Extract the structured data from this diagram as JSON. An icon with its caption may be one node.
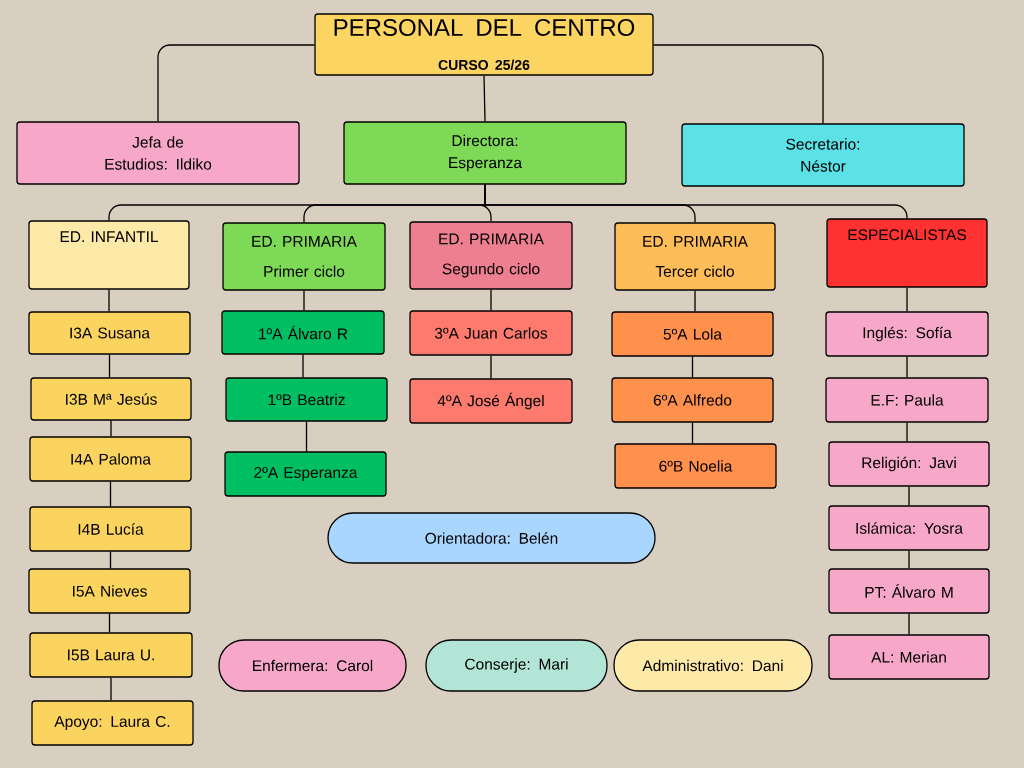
{
  "diagram": {
    "nodes": [
      {
        "text": [
          "PERSONAL DEL CENTRO",
          "CURSO 25/26"
        ]
      },
      {
        "text": [
          "Jefa de Estudios: Ildiko"
        ]
      },
      {
        "text": [
          "Directora: Esperanza"
        ]
      },
      {
        "text": [
          "Secretario: Néstor"
        ]
      },
      {
        "text": [
          "ED. INFANTIL"
        ]
      },
      {
        "text": [
          "ED. PRIMARIA",
          "Primer ciclo"
        ]
      },
      {
        "text": [
          "ED. PRIMARIA",
          "Segundo ciclo"
        ]
      },
      {
        "text": [
          "ED. PRIMARIA",
          "Tercer ciclo"
        ]
      },
      {
        "text": [
          "ESPECIALISTAS"
        ]
      },
      {
        "text": [
          "I3A Susana"
        ]
      },
      {
        "text": [
          "I3B Mª Jesús"
        ]
      },
      {
        "text": [
          "I4A Paloma"
        ]
      },
      {
        "text": [
          "I4B Lucía"
        ]
      },
      {
        "text": [
          "I5A Nieves"
        ]
      },
      {
        "text": [
          "I5B Laura U."
        ]
      },
      {
        "text": [
          "Apoyo: Laura C."
        ]
      },
      {
        "text": [
          "1ºA Álvaro R"
        ]
      },
      {
        "text": [
          "1ºB Beatriz"
        ]
      },
      {
        "text": [
          "2ºA Esperanza"
        ]
      },
      {
        "text": [
          "3ºA Juan Carlos"
        ]
      },
      {
        "text": [
          "4ºA José Ángel"
        ]
      },
      {
        "text": [
          "5ºA Lola"
        ]
      },
      {
        "text": [
          "6ºA Alfredo"
        ]
      },
      {
        "text": [
          "6ºB Noelia"
        ]
      },
      {
        "text": [
          "Inglés: Sofía"
        ]
      },
      {
        "text": [
          "E.F: Paula"
        ]
      },
      {
        "text": [
          "Religión: Javi"
        ]
      },
      {
        "text": [
          "Islámica: Yosra"
        ]
      },
      {
        "text": [
          "PT: Álvaro M"
        ]
      },
      {
        "text": [
          "AL: Merian"
        ]
      },
      {
        "text": [
          "Orientadora: Belén"
        ]
      },
      {
        "text": [
          "Enfermera: Carol"
        ]
      },
      {
        "text": [
          "Conserje: Mari"
        ]
      },
      {
        "text": [
          "Administrativo: Dani"
        ]
      }
    ],
    "edges": [
      {
        "from": 0,
        "to": 1,
        "arrow": "none"
      },
      {
        "from": 0,
        "to": 2,
        "arrow": "none"
      },
      {
        "from": 0,
        "to": 3,
        "arrow": "none"
      },
      {
        "from": 2,
        "to": 4,
        "arrow": "none"
      },
      {
        "from": 2,
        "to": 5,
        "arrow": "none"
      },
      {
        "from": 2,
        "to": 6,
        "arrow": "none"
      },
      {
        "from": 2,
        "to": 7,
        "arrow": "none"
      },
      {
        "from": 2,
        "to": 8,
        "arrow": "none"
      },
      {
        "from": 4,
        "to": 9,
        "arrow": "none"
      },
      {
        "from": 9,
        "to": 10,
        "arrow": "none"
      },
      {
        "from": 10,
        "to": 11,
        "arrow": "none"
      },
      {
        "from": 11,
        "to": 12,
        "arrow": "none"
      },
      {
        "from": 12,
        "to": 13,
        "arrow": "none"
      },
      {
        "from": 13,
        "to": 14,
        "arrow": "none"
      },
      {
        "from": 14,
        "to": 15,
        "arrow": "none"
      },
      {
        "from": 5,
        "to": 16,
        "arrow": "none"
      },
      {
        "from": 16,
        "to": 17,
        "arrow": "none"
      },
      {
        "from": 17,
        "to": 18,
        "arrow": "none"
      },
      {
        "from": 6,
        "to": 19,
        "arrow": "none"
      },
      {
        "from": 19,
        "to": 20,
        "arrow": "none"
      },
      {
        "from": 7,
        "to": 21,
        "arrow": "none"
      },
      {
        "from": 21,
        "to": 22,
        "arrow": "none"
      },
      {
        "from": 22,
        "to": 23,
        "arrow": "none"
      },
      {
        "from": 8,
        "to": 24,
        "arrow": "none"
      },
      {
        "from": 24,
        "to": 25,
        "arrow": "none"
      },
      {
        "from": 25,
        "to": 26,
        "arrow": "none"
      },
      {
        "from": 26,
        "to": 27,
        "arrow": "none"
      },
      {
        "from": 27,
        "to": 28,
        "arrow": "none"
      },
      {
        "from": 28,
        "to": 29,
        "arrow": "none"
      }
    ]
  }
}
